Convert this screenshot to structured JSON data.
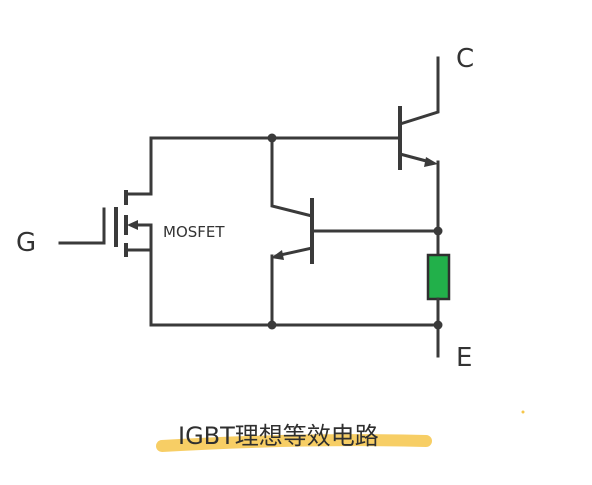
{
  "diagram": {
    "terminals": {
      "gate": "G",
      "collector": "C",
      "emitter": "E"
    },
    "mosfet_label": "MOSFET",
    "caption": "IGBT理想等效电路",
    "colors": {
      "wire": "#3a3a3a",
      "resistor_fill": "#22b04a",
      "resistor_stroke": "#2f2f2f",
      "highlight": "#f6c64a"
    }
  }
}
